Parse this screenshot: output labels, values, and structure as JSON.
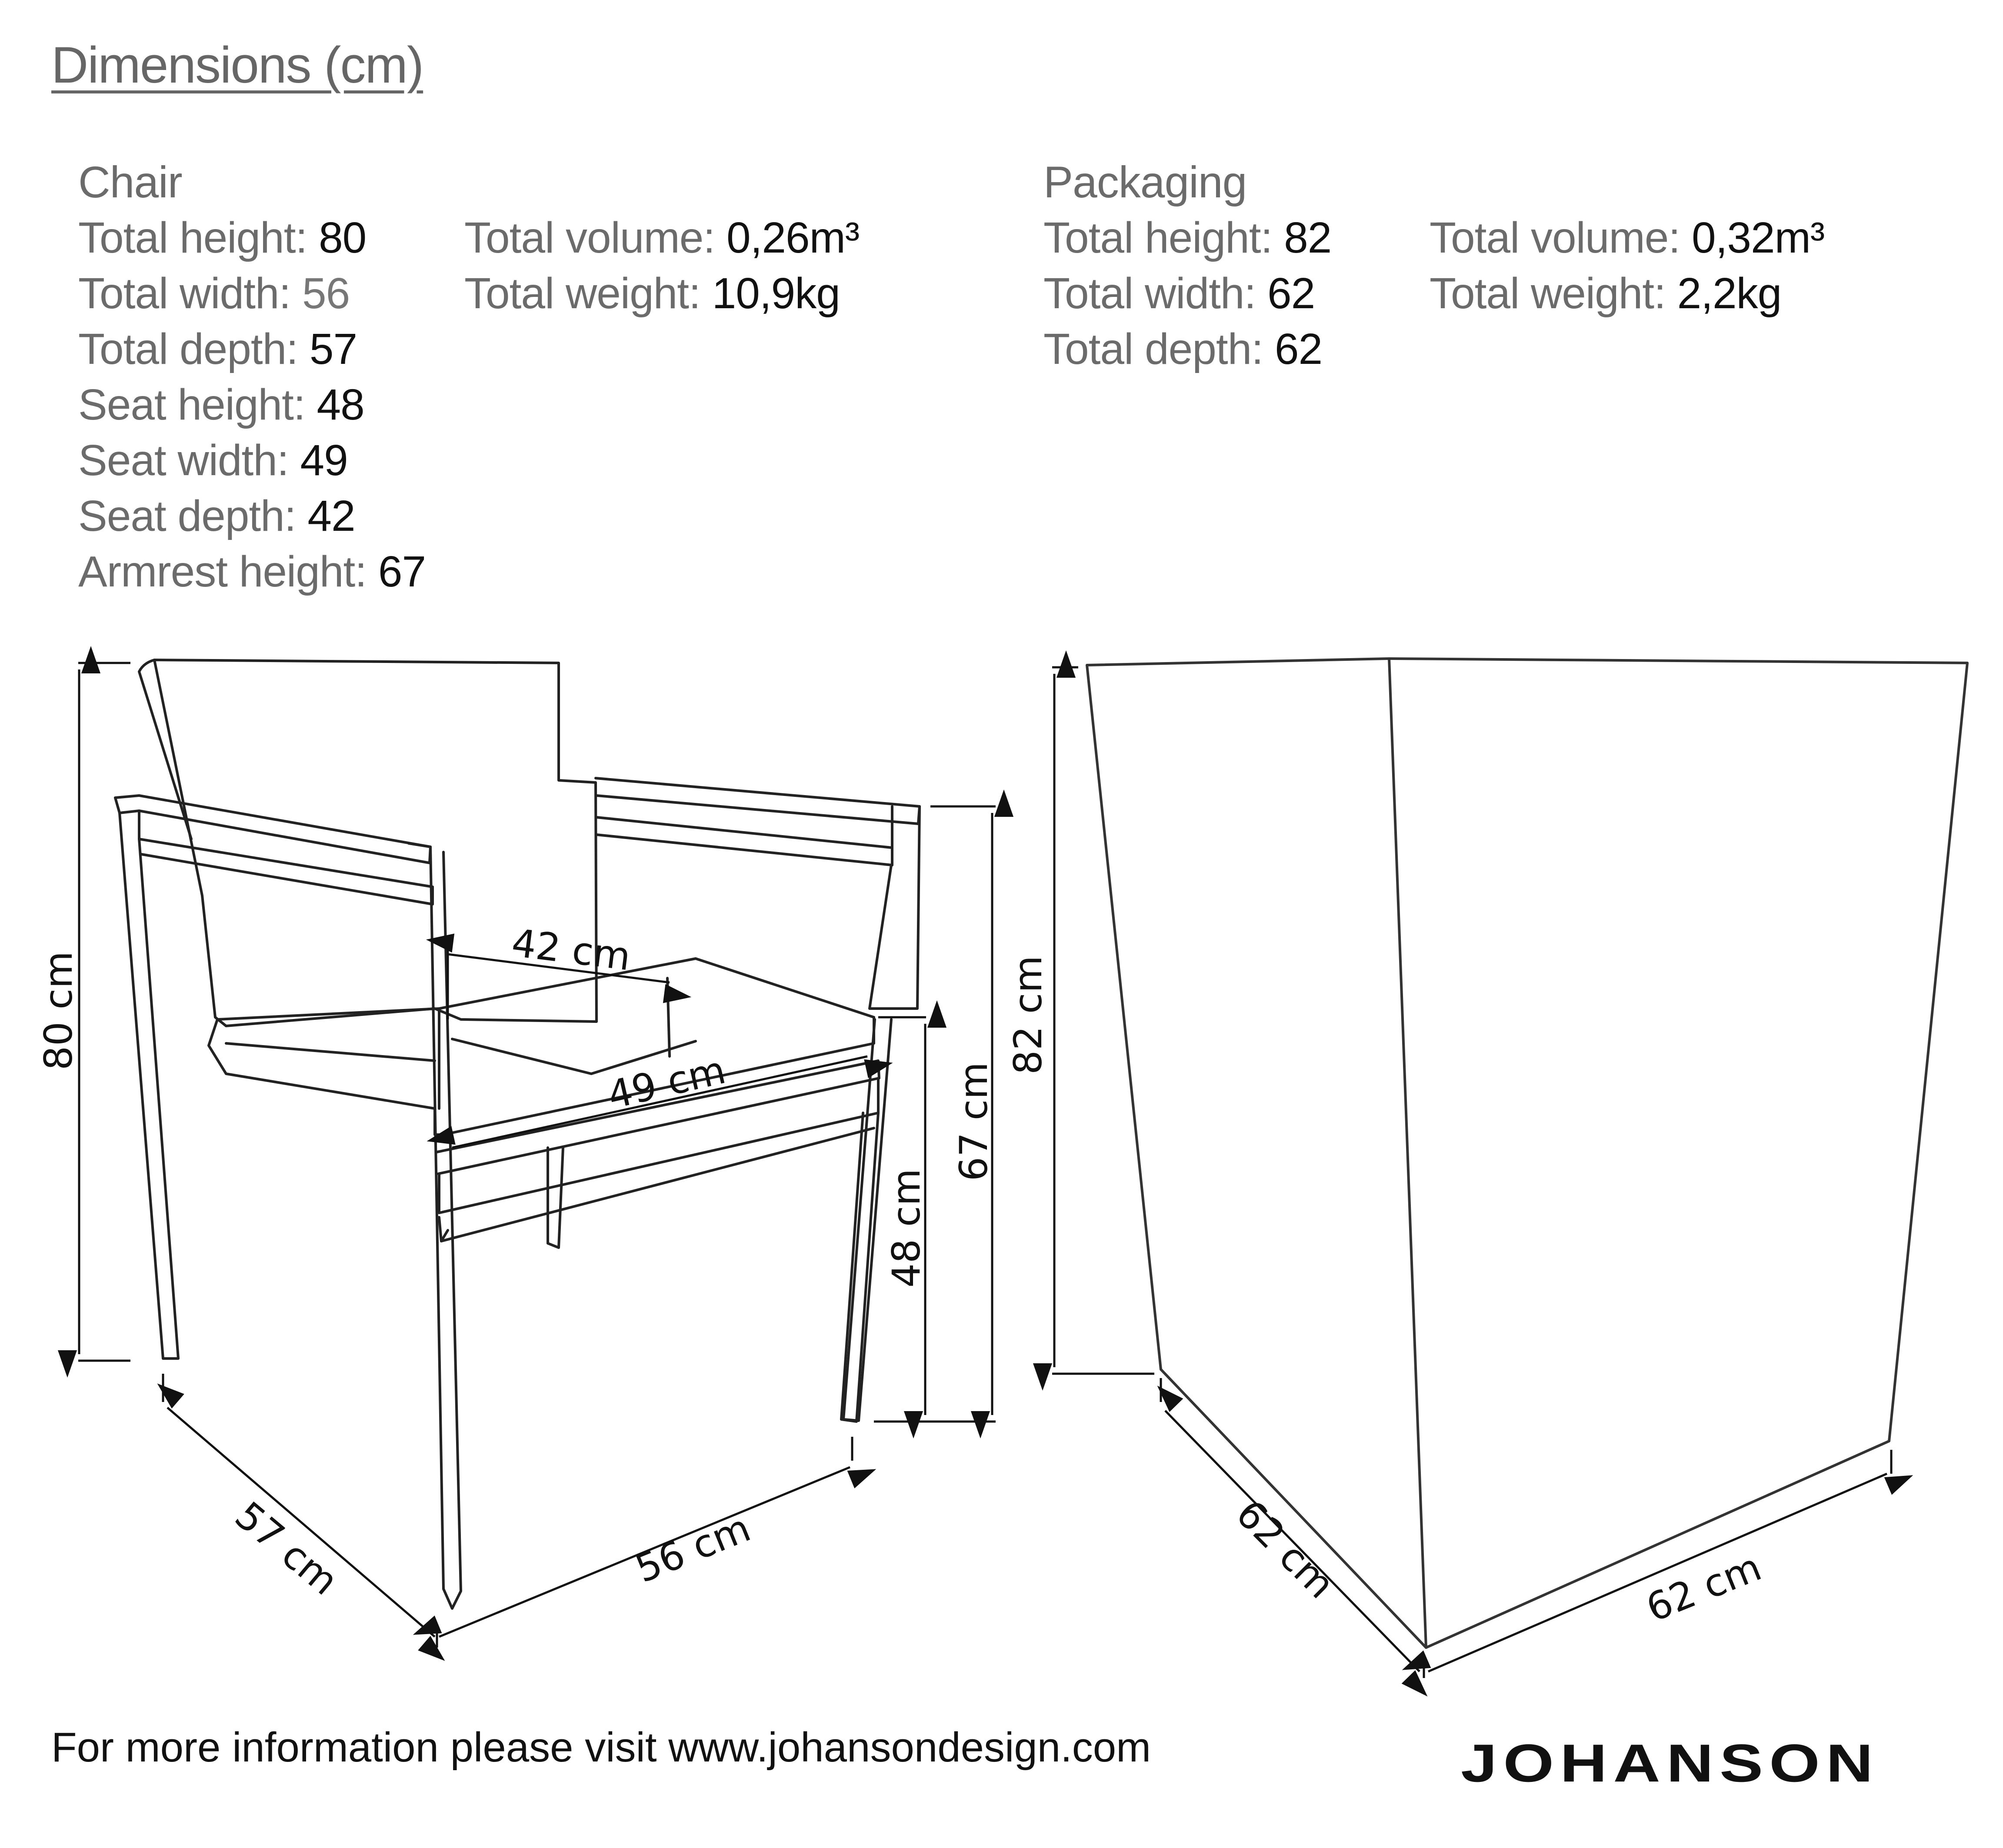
{
  "title": "Dimensions (cm)",
  "chair": {
    "heading": "Chair",
    "col1": [
      {
        "label": "Total height:",
        "value": "80"
      },
      {
        "label": "Total width:",
        "value": "56"
      },
      {
        "label": "Total depth:",
        "value": "57"
      },
      {
        "label": "Seat height:",
        "value": "48"
      },
      {
        "label": "Seat width:",
        "value": "49"
      },
      {
        "label": "Seat depth:",
        "value": "42"
      },
      {
        "label": "Armrest height:",
        "value": "67"
      }
    ],
    "col2": [
      {
        "label": "Total volume:",
        "value": "0,26m³"
      },
      {
        "label": "Total weight:",
        "value": "10,9kg"
      }
    ]
  },
  "packaging": {
    "heading": "Packaging",
    "col1": [
      {
        "label": "Total height:",
        "value": "82"
      },
      {
        "label": "Total width:",
        "value": "62"
      },
      {
        "label": "Total depth:",
        "value": "62"
      }
    ],
    "col2": [
      {
        "label": "Total volume:",
        "value": "0,32m³"
      },
      {
        "label": "Total weight:",
        "value": "2,2kg"
      }
    ]
  },
  "chair_labels": {
    "height": "80 cm",
    "depth": "57 cm",
    "width": "56 cm",
    "seat_depth": "42 cm",
    "seat_width": "49 cm",
    "seat_height": "48 cm",
    "armrest_height": "67 cm"
  },
  "box_labels": {
    "height": "82 cm",
    "depth": "62 cm",
    "width": "62 cm"
  },
  "footer": "For more information please visit www.johansondesign.com",
  "logo": "JOHANSON"
}
